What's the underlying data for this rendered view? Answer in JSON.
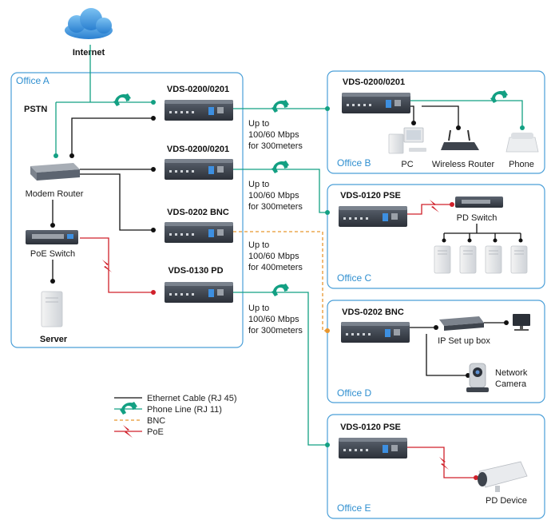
{
  "colors": {
    "ethernet": "#111111",
    "phone": "#13a083",
    "bnc": "#e8962e",
    "poe": "#d0202a",
    "office_border": "#4a9fd8",
    "office_label": "#2f8fd0",
    "cloud": "#3a8fd8"
  },
  "internet": {
    "label": "Internet",
    "icon": "cloud-icon"
  },
  "offices": {
    "a": {
      "label": "Office A",
      "pstn": "PSTN",
      "modem_router": "Modem Router",
      "poe_switch": "PoE Switch",
      "server": "Server",
      "devices": [
        "VDS-0200/0201",
        "VDS-0200/0201",
        "VDS-0202 BNC",
        "VDS-0130 PD"
      ]
    },
    "b": {
      "label": "Office B",
      "device": "VDS-0200/0201",
      "pc": "PC",
      "router": "Wireless Router",
      "phone": "Phone"
    },
    "c": {
      "label": "Office C",
      "device": "VDS-0120 PSE",
      "pd_switch": "PD Switch"
    },
    "d": {
      "label": "Office D",
      "device": "VDS-0202 BNC",
      "setupbox": "IP Set up box",
      "camera_line1": "Network",
      "camera_line2": "Camera"
    },
    "e": {
      "label": "Office E",
      "device": "VDS-0120 PSE",
      "pd_device": "PD Device"
    }
  },
  "links": [
    {
      "line1": "Up to",
      "line2": "100/60 Mbps",
      "line3": "for 300meters"
    },
    {
      "line1": "Up to",
      "line2": "100/60 Mbps",
      "line3": "for 300meters"
    },
    {
      "line1": "Up to",
      "line2": "100/60 Mbps",
      "line3": "for 400meters"
    },
    {
      "line1": "Up to",
      "line2": "100/60 Mbps",
      "line3": "for 300meters"
    }
  ],
  "legend": {
    "ethernet": "Ethernet Cable (RJ 45)",
    "phone": "Phone Line (RJ 11)",
    "bnc": "BNC",
    "poe": "PoE"
  }
}
